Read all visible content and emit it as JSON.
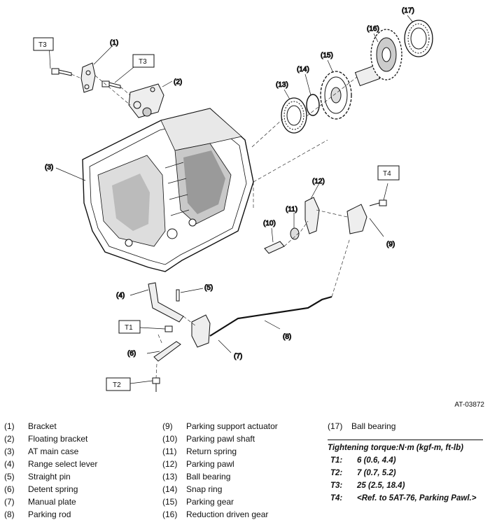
{
  "figure_id": "AT-03872",
  "callouts": {
    "c1": "(1)",
    "c2": "(2)",
    "c3": "(3)",
    "c4": "(4)",
    "c5": "(5)",
    "c6": "(6)",
    "c7": "(7)",
    "c8": "(8)",
    "c9": "(9)",
    "c10": "(10)",
    "c11": "(11)",
    "c12": "(12)",
    "c13": "(13)",
    "c14": "(14)",
    "c15": "(15)",
    "c16": "(16)",
    "c17": "(17)"
  },
  "torque_tags": {
    "t3a": "T3",
    "t3b": "T3",
    "t4": "T4",
    "t1": "T1",
    "t2": "T2"
  },
  "legend": {
    "col1": [
      {
        "num": "(1)",
        "label": "Bracket"
      },
      {
        "num": "(2)",
        "label": "Floating bracket"
      },
      {
        "num": "(3)",
        "label": "AT main case"
      },
      {
        "num": "(4)",
        "label": "Range select lever"
      },
      {
        "num": "(5)",
        "label": "Straight pin"
      },
      {
        "num": "(6)",
        "label": "Detent spring"
      },
      {
        "num": "(7)",
        "label": "Manual plate"
      },
      {
        "num": "(8)",
        "label": "Parking rod"
      }
    ],
    "col2": [
      {
        "num": "(9)",
        "label": "Parking support actuator"
      },
      {
        "num": "(10)",
        "label": "Parking pawl shaft"
      },
      {
        "num": "(11)",
        "label": "Return spring"
      },
      {
        "num": "(12)",
        "label": "Parking pawl"
      },
      {
        "num": "(13)",
        "label": "Ball bearing"
      },
      {
        "num": "(14)",
        "label": "Snap ring"
      },
      {
        "num": "(15)",
        "label": "Parking gear"
      },
      {
        "num": "(16)",
        "label": "Reduction driven gear"
      }
    ],
    "col3": [
      {
        "num": "(17)",
        "label": "Ball bearing"
      }
    ]
  },
  "torque": {
    "heading": "Tightening torque:N·m (kgf-m, ft-lb)",
    "rows": [
      {
        "key": "T1:",
        "value": "6 (0.6, 4.4)"
      },
      {
        "key": "T2:",
        "value": "7 (0.7, 5.2)"
      },
      {
        "key": "T3:",
        "value": "25 (2.5, 18.4)"
      },
      {
        "key": "T4:",
        "value": "<Ref. to 5AT-76, Parking Pawl.>"
      }
    ]
  }
}
